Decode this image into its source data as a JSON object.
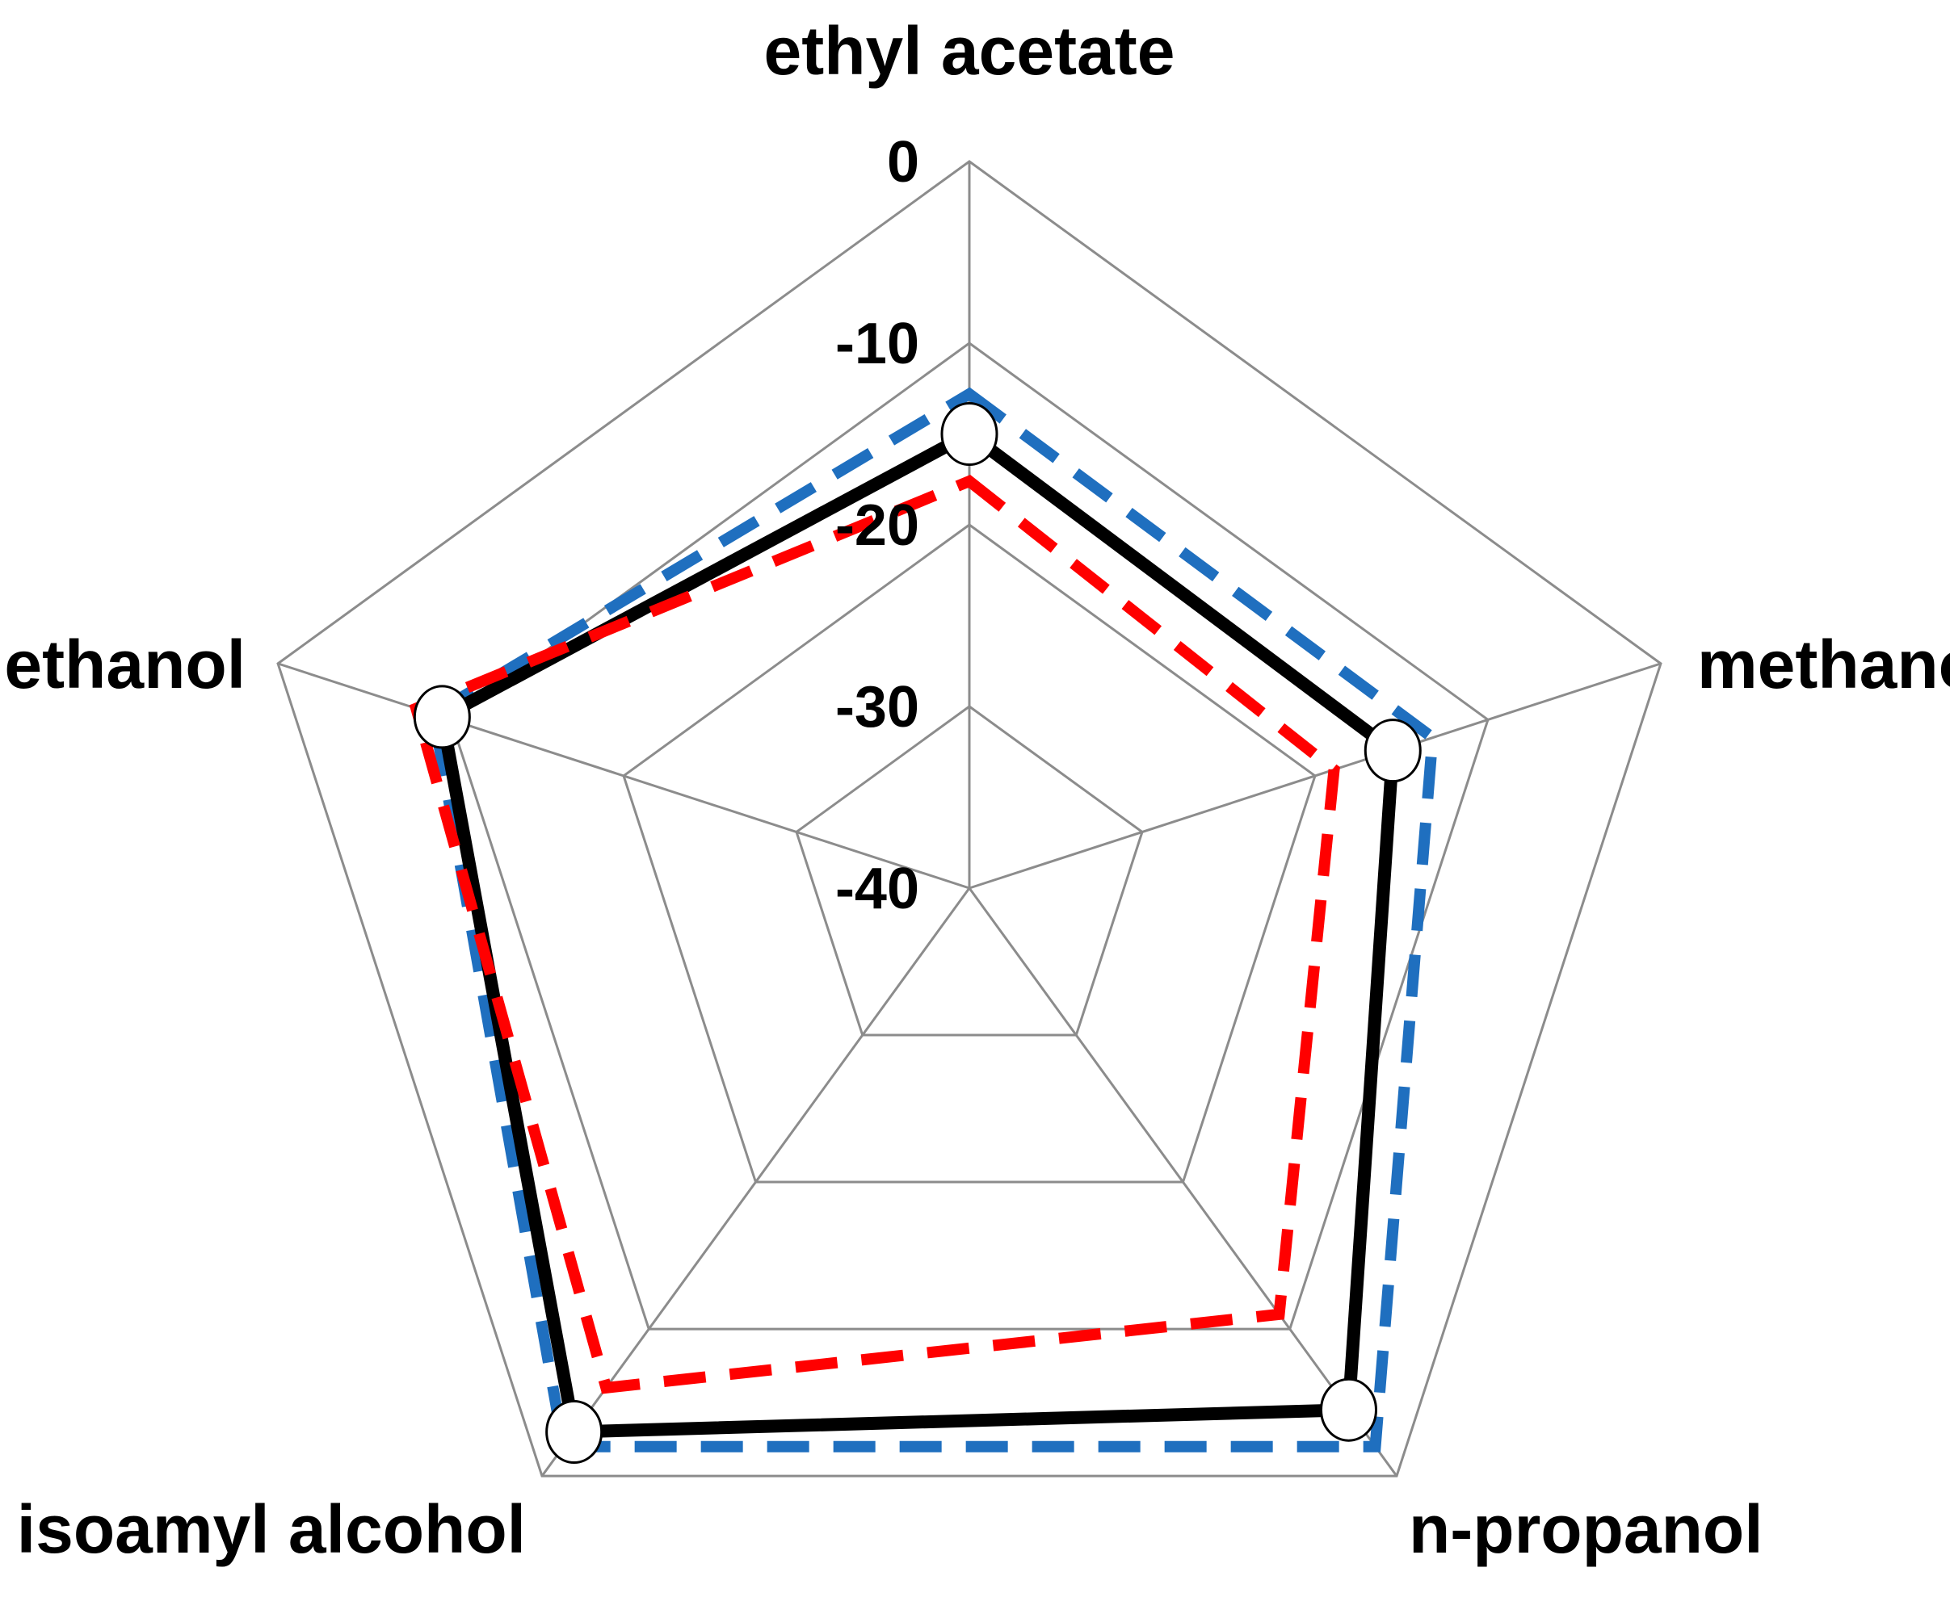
{
  "chart_data": {
    "type": "radar",
    "axes": [
      "ethyl acetate",
      "methanol",
      "n-propanol",
      "isoamyl alcohol",
      "ethanol"
    ],
    "rlim": [
      -40,
      0
    ],
    "ticks": [
      0,
      -10,
      -20,
      -30,
      -40
    ],
    "tick_labels": [
      "0",
      "-10",
      "-20",
      "-30",
      "-40"
    ],
    "grid": true,
    "legend": "none",
    "series": [
      {
        "style": "solid",
        "color": "#000000",
        "markers": true,
        "values": [
          -15.0,
          -15.5,
          -4.5,
          -3.0,
          -9.5
        ]
      },
      {
        "style": "dashed",
        "color": "#1f6fbf",
        "markers": false,
        "values": [
          -12.8,
          -13.2,
          -2.0,
          -2.0,
          -9.0
        ]
      },
      {
        "style": "dashed",
        "color": "#ff0000",
        "markers": false,
        "values": [
          -17.6,
          -18.9,
          -11.0,
          -6.0,
          -8.0
        ]
      }
    ]
  }
}
